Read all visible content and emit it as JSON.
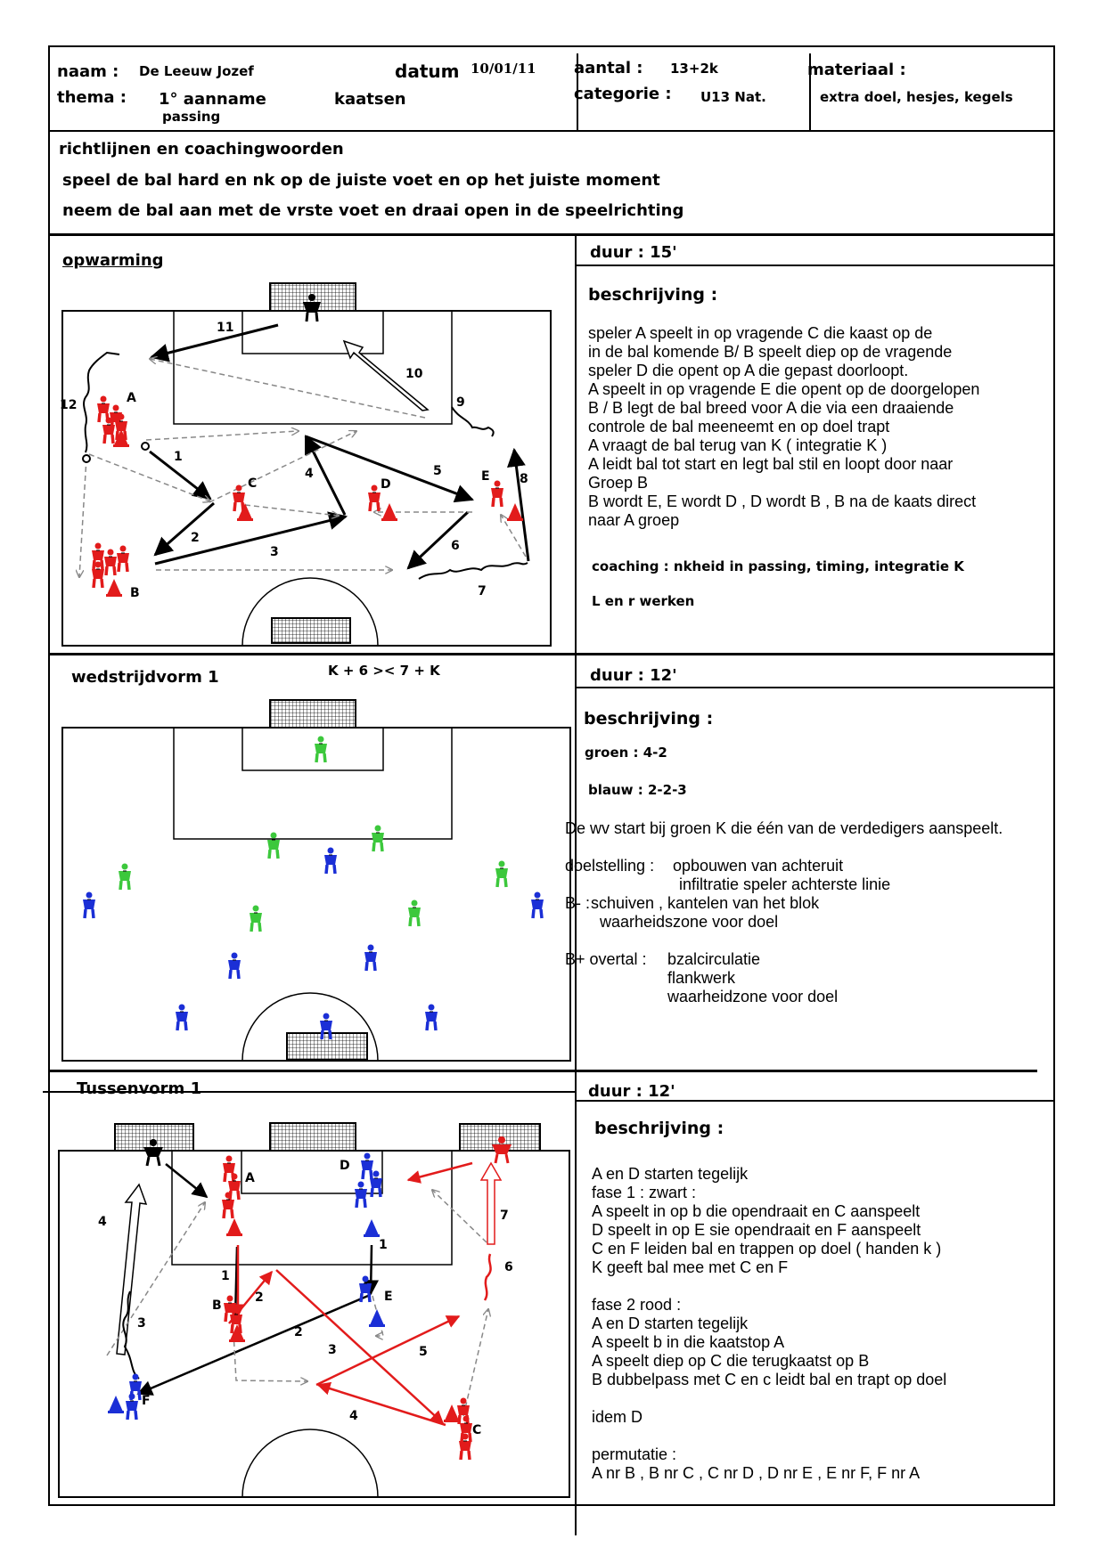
{
  "header": {
    "naam_label": "naam :",
    "naam": "De Leeuw Jozef",
    "datum_label": "datum",
    "datum": "10/01/11",
    "aantal_label": "aantal :",
    "aantal": "13+2k",
    "materiaal_label": "materiaal :",
    "thema_label": "thema :",
    "thema_1": "1° aanname",
    "thema_2": "kaatsen",
    "thema_3": "passing",
    "categorie_label": "categorie :",
    "categorie": "U13 Nat.",
    "materiaal": "extra doel, hesjes, kegels"
  },
  "guidelines": {
    "title": "richtlijnen en coachingwoorden",
    "line1": "speel de bal hard en nk op de juiste voet en op het juiste moment",
    "line2": "neem de bal aan met de vrste voet en draai open in de speelrichting"
  },
  "sections": {
    "warmup": {
      "title": "opwarming",
      "duration": "duur : 15'",
      "desc_title": "beschrijving :",
      "desc_lines": [
        "speler A speelt in op vragende C die kaast op de",
        "in de bal komende B/ B speelt diep op de vragende",
        "speler D die opent op A die gepast doorloopt.",
        "A speelt in op vragende E die opent op de doorgelopen",
        "B / B legt de bal breed voor A die via een draaiende",
        "controle de bal meeneemt en op doel trapt",
        "A vraagt de bal terug van K ( integratie K )",
        "A leidt bal tot start en legt bal stil en loopt door naar",
        "Groep B",
        "B wordt E, E wordt D , D wordt B , B na de kaats direct",
        "naar A groep"
      ],
      "coaching": "coaching : nkheid in passing, timing, integratie K",
      "lr": "L en r werken",
      "labels": {
        "A": "A",
        "B": "B",
        "C": "C",
        "D": "D",
        "E": "E"
      },
      "numbers": [
        "1",
        "2",
        "3",
        "4",
        "5",
        "6",
        "7",
        "8",
        "9",
        "10",
        "11",
        "12"
      ]
    },
    "match": {
      "title": "wedstrijdvorm 1",
      "formula": "K + 6 >< 7 + K",
      "duration": "duur : 12'",
      "desc_title": "beschrijving :",
      "groen": "groen : 4-2",
      "blauw": "blauw : 2-2-3",
      "line1": "De wv start bij groen K die één van de verdedigers aanspeelt.",
      "doel_label": "doelstelling :",
      "doel_1": "opbouwen van achteruit",
      "doel_2": "infiltratie speler achterste  linie",
      "bmin_label": "B- :",
      "bmin_1": "schuiven , kantelen van het blok",
      "bmin_2": "waarheidszone voor doel",
      "bplus_label": "B+ overtal :",
      "bplus_1": "bzalcirculatie",
      "bplus_2": "flankwerk",
      "bplus_3": "waarheidzone voor doel"
    },
    "tussen": {
      "title": "Tussenvorm 1",
      "duration": "duur : 12'",
      "desc_title": "beschrijving :",
      "desc_lines": [
        "A en D starten tegelijk",
        "fase 1 : zwart :",
        "A speelt in op b die opendraait en C aanspeelt",
        "D speelt in op E sie opendraait en F aanspeelt",
        "C en F leiden bal en trappen op doel ( handen k )",
        "K geeft bal mee met C en F",
        "",
        "fase 2 rood :",
        "A en D starten tegelijk",
        "A speelt b in die kaatstop A",
        "A speelt diep op C die terugkaatst op B",
        "B dubbelpass met C en c leidt bal en trapt op doel",
        "",
        "idem D",
        "",
        "permutatie :",
        "A nr B , B nr C , C nr D , D nr E , E nr F, F nr A"
      ],
      "labels": {
        "A": "A",
        "B": "B",
        "C": "C",
        "D": "D",
        "E": "E",
        "F": "F"
      },
      "numbers": [
        "1",
        "2",
        "3",
        "4",
        "5",
        "6",
        "7"
      ]
    }
  },
  "colors": {
    "red": "#e21b1b",
    "blue": "#1b2fd6",
    "green": "#3cc83c",
    "black": "#000000"
  }
}
